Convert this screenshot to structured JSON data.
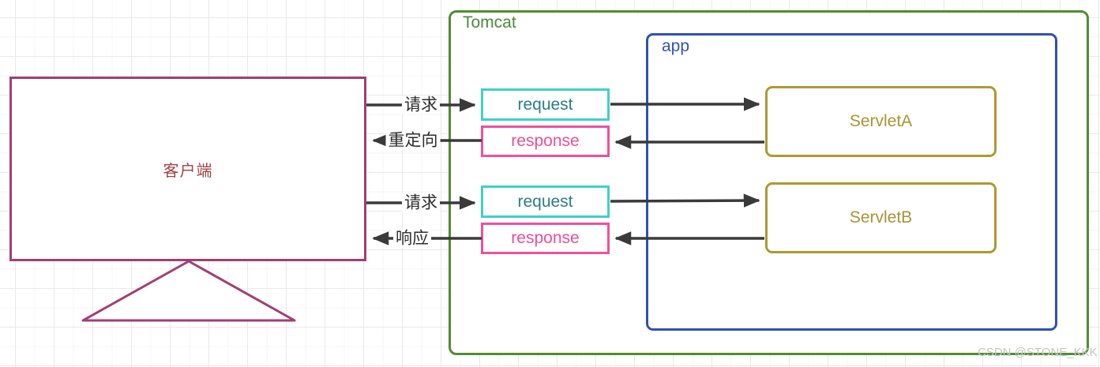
{
  "diagram": {
    "client": {
      "label": "客户端"
    },
    "tomcat": {
      "label": "Tomcat"
    },
    "app": {
      "label": "app"
    },
    "servlets": {
      "a": "ServletA",
      "b": "ServletB"
    },
    "flow1": {
      "request_box": "request",
      "request_arrow": "请求",
      "response_box": "response",
      "response_arrow": "重定向"
    },
    "flow2": {
      "request_box": "request",
      "request_arrow": "请求",
      "response_box": "response",
      "response_arrow": "响应"
    },
    "colors": {
      "tomcat_border": "#4f8e2e",
      "app_border": "#3050b4",
      "servlet_border": "#ad9934",
      "servlet_text": "#a79434",
      "request_border": "#41d0ca",
      "request_text": "#2a7f85",
      "response_border": "#f0509d",
      "response_text": "#ee4f95",
      "client_border": "#a43d76",
      "client_text": "#a04241",
      "arrow": "#3a3a3a",
      "grid_line": "#e9e9e9"
    }
  },
  "page": {
    "watermark": "CSDN @STONE_KKK"
  }
}
